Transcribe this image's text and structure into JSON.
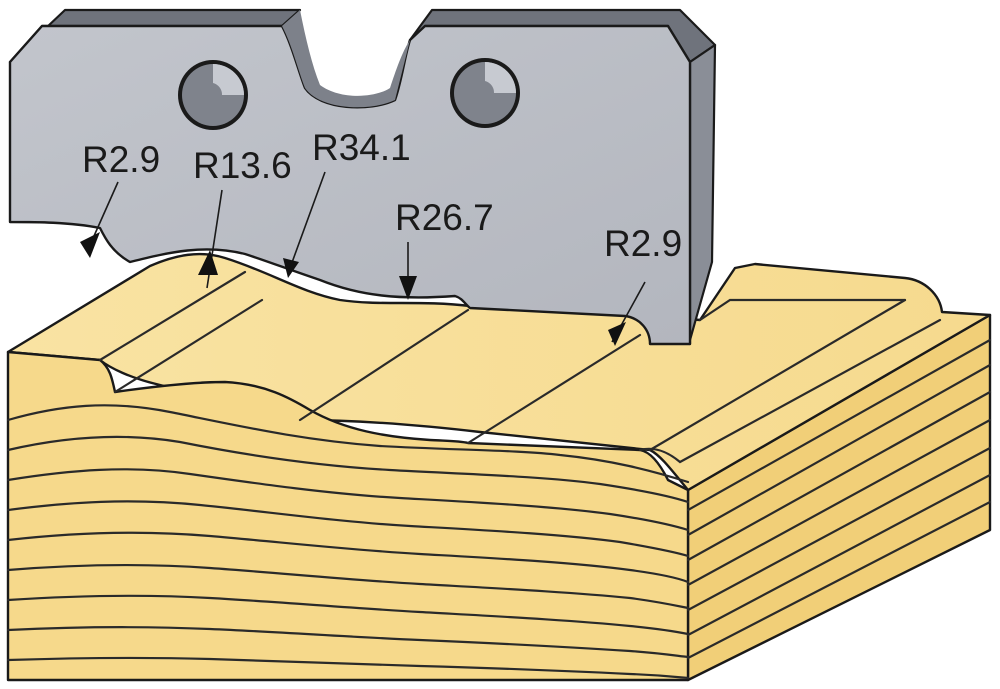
{
  "diagram": {
    "subject": "profile cutter knife above a moulded wooden board",
    "colors": {
      "steel_face": "#b9bcc4",
      "steel_top": "#6f737c",
      "steel_side": "#8a8e97",
      "wood_top": "#f8df98",
      "wood_front": "#f6d88a",
      "wood_side": "#f1d07a",
      "line": "#1a1a1a"
    },
    "dimensions": [
      {
        "label": "R2.9"
      },
      {
        "label": "R13.6"
      },
      {
        "label": "R34.1"
      },
      {
        "label": "R26.7"
      },
      {
        "label": "R2.9"
      }
    ]
  }
}
